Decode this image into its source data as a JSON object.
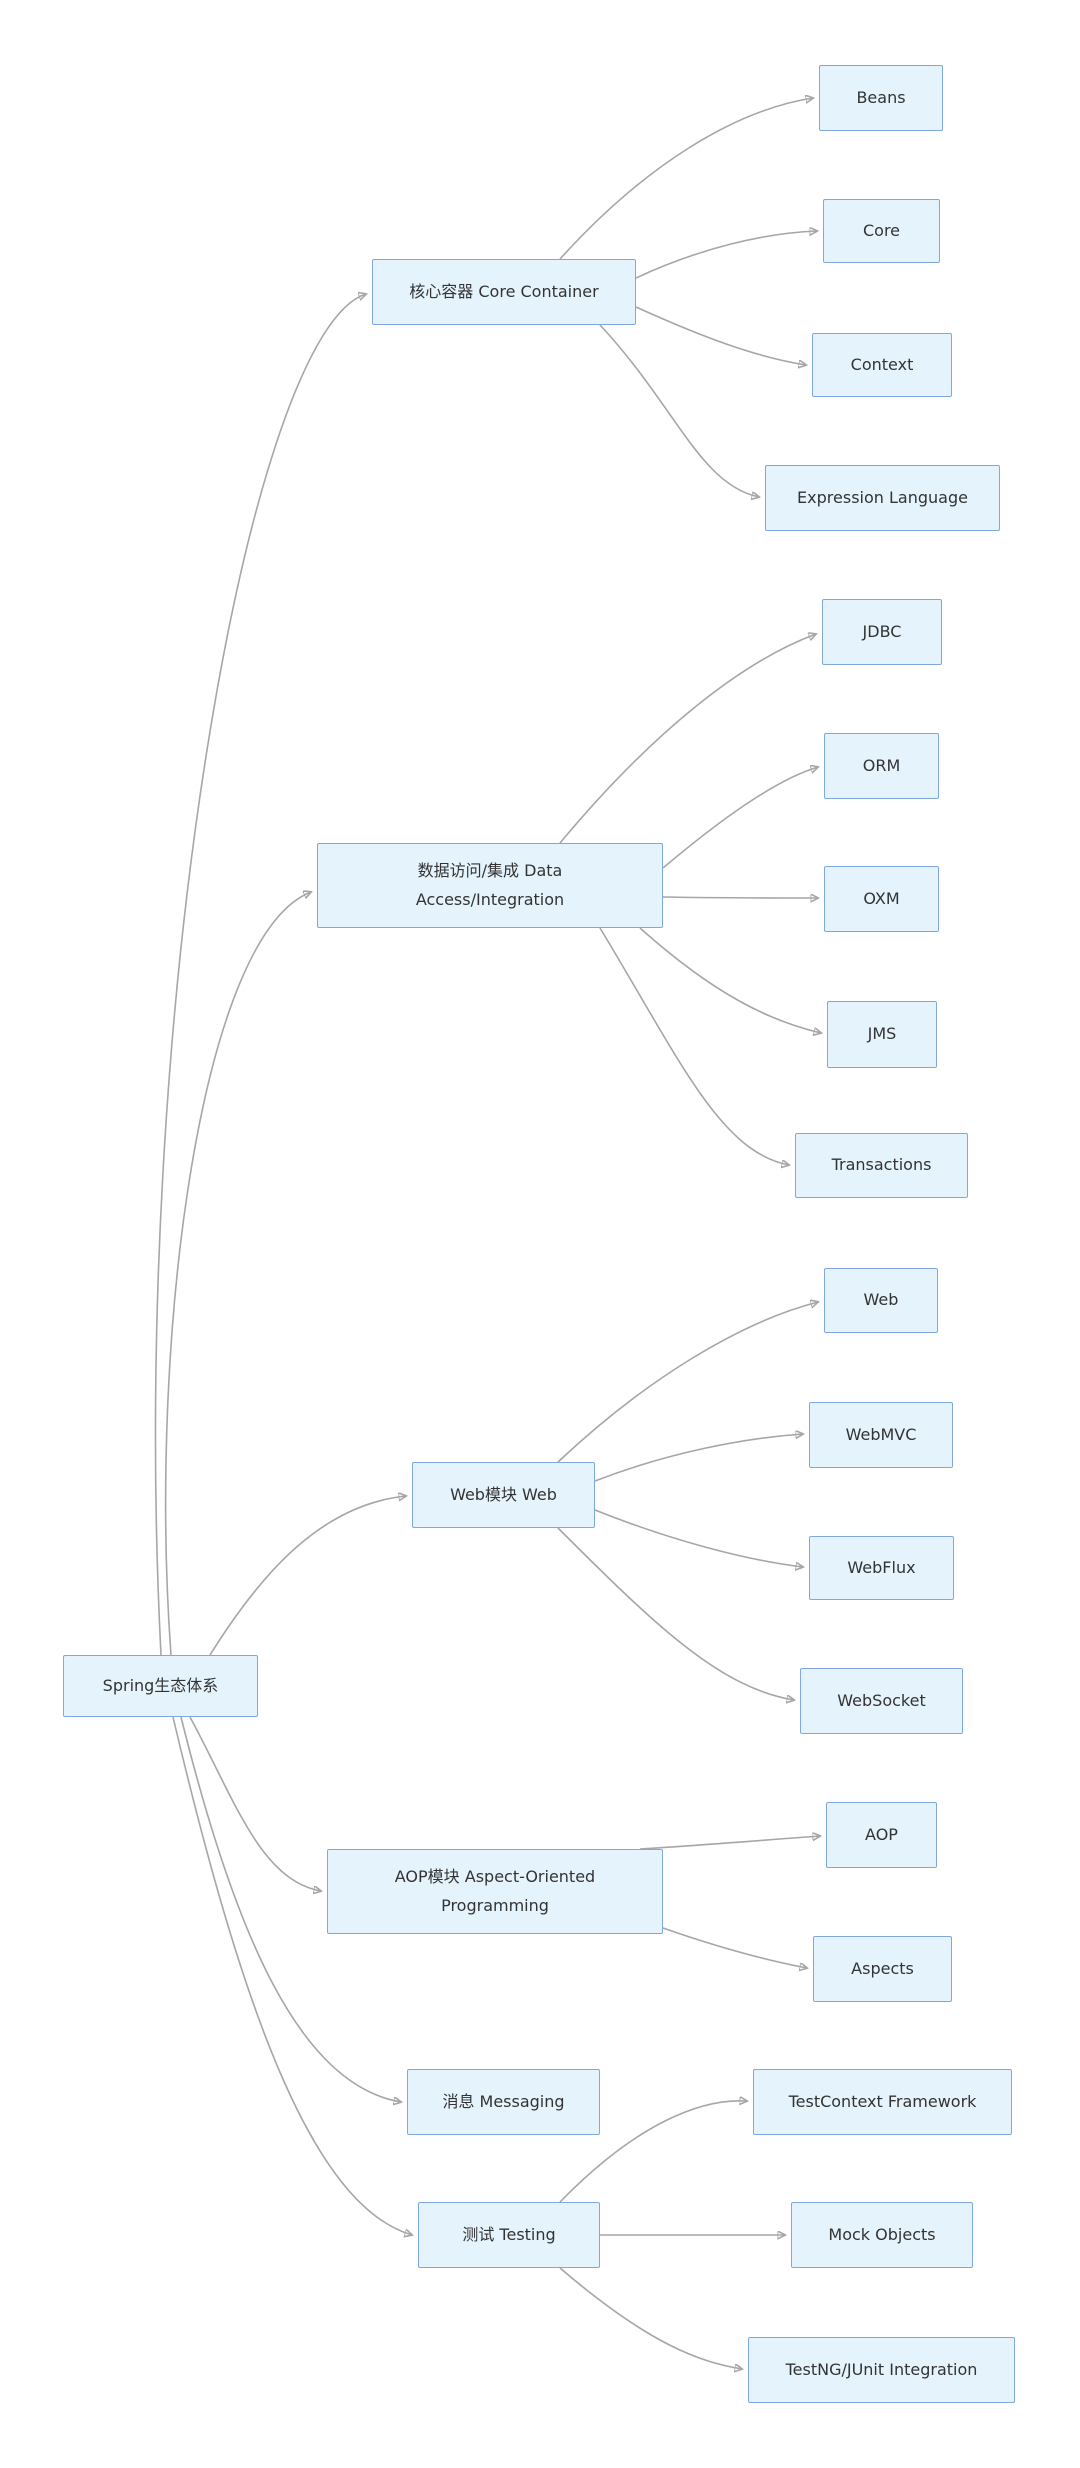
{
  "diagram": {
    "title_semantic": "Spring ecosystem module flowchart",
    "colors": {
      "background": "#ffffff",
      "node_fill": "#e5f3fc",
      "node_border": "#7fa8e0",
      "node_text": "#333333",
      "edge_line": "#a6a6a6",
      "arrowhead": "#9e9e9e"
    }
  },
  "nodes": {
    "root": {
      "label": "Spring生态体系"
    },
    "core_container": {
      "label": "核心容器 Core Container"
    },
    "beans": {
      "label": "Beans"
    },
    "core": {
      "label": "Core"
    },
    "context": {
      "label": "Context"
    },
    "expression_language": {
      "label": "Expression Language"
    },
    "data_access": {
      "lines": [
        "数据访问/集成 Data",
        "Access/Integration"
      ]
    },
    "jdbc": {
      "label": "JDBC"
    },
    "orm": {
      "label": "ORM"
    },
    "oxm": {
      "label": "OXM"
    },
    "jms": {
      "label": "JMS"
    },
    "transactions": {
      "label": "Transactions"
    },
    "web_module": {
      "label": "Web模块 Web"
    },
    "web": {
      "label": "Web"
    },
    "webmvc": {
      "label": "WebMVC"
    },
    "webflux": {
      "label": "WebFlux"
    },
    "websocket": {
      "label": "WebSocket"
    },
    "aop_module": {
      "lines": [
        "AOP模块 Aspect-Oriented",
        "Programming"
      ]
    },
    "aop": {
      "label": "AOP"
    },
    "aspects": {
      "label": "Aspects"
    },
    "messaging": {
      "label": "消息 Messaging"
    },
    "testing": {
      "label": "测试 Testing"
    },
    "testcontext": {
      "label": "TestContext Framework"
    },
    "mock_objects": {
      "label": "Mock Objects"
    },
    "testng_junit": {
      "label": "TestNG/JUnit Integration"
    }
  },
  "edges": [
    {
      "from": "root",
      "to": "core_container"
    },
    {
      "from": "root",
      "to": "data_access"
    },
    {
      "from": "root",
      "to": "web_module"
    },
    {
      "from": "root",
      "to": "aop_module"
    },
    {
      "from": "root",
      "to": "messaging"
    },
    {
      "from": "root",
      "to": "testing"
    },
    {
      "from": "core_container",
      "to": "beans"
    },
    {
      "from": "core_container",
      "to": "core"
    },
    {
      "from": "core_container",
      "to": "context"
    },
    {
      "from": "core_container",
      "to": "expression_language"
    },
    {
      "from": "data_access",
      "to": "jdbc"
    },
    {
      "from": "data_access",
      "to": "orm"
    },
    {
      "from": "data_access",
      "to": "oxm"
    },
    {
      "from": "data_access",
      "to": "jms"
    },
    {
      "from": "data_access",
      "to": "transactions"
    },
    {
      "from": "web_module",
      "to": "web"
    },
    {
      "from": "web_module",
      "to": "webmvc"
    },
    {
      "from": "web_module",
      "to": "webflux"
    },
    {
      "from": "web_module",
      "to": "websocket"
    },
    {
      "from": "aop_module",
      "to": "aop"
    },
    {
      "from": "aop_module",
      "to": "aspects"
    },
    {
      "from": "testing",
      "to": "testcontext"
    },
    {
      "from": "testing",
      "to": "mock_objects"
    },
    {
      "from": "testing",
      "to": "testng_junit"
    }
  ]
}
